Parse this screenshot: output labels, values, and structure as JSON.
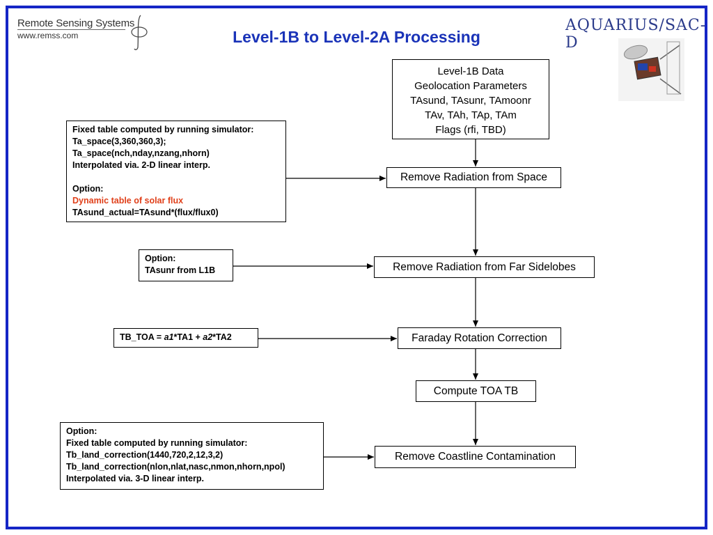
{
  "title": "Level-1B to Level-2A Processing",
  "logo_left": {
    "name": "Remote Sensing Systems",
    "url": "www.remss.com"
  },
  "logo_right": {
    "text": "AQUARIUS/SAC-D"
  },
  "input_box": {
    "lines": [
      "Level-1B Data",
      "Geolocation Parameters",
      "TAsund, TAsunr, TAmoonr",
      "TAv, TAh, TAp, TAm",
      "Flags (rfi, TBD)"
    ]
  },
  "steps": {
    "space": "Remove Radiation from Space",
    "sidelobes": "Remove Radiation from Far Sidelobes",
    "faraday": "Faraday Rotation Correction",
    "toa": "Compute TOA TB",
    "coast": "Remove Coastline Contamination"
  },
  "notes": {
    "space": {
      "l1": "Fixed table computed by running simulator:",
      "l2": "Ta_space(3,360,360,3);",
      "l3": "Ta_space(nch,nday,nzang,nhorn)",
      "l4": "Interpolated via. 2-D linear interp.",
      "l5": "Option:",
      "l6": "Dynamic table of solar flux",
      "l7": "TAsund_actual=TAsund*(flux/flux0)"
    },
    "sidelobes": {
      "l1": "Option:",
      "l2": "TAsunr from L1B"
    },
    "faraday": {
      "p1": "TB_TOA = ",
      "a1": "a1",
      "p2": "*TA1 + ",
      "a2": "a2",
      "p3": "*TA2"
    },
    "coast": {
      "l1": "Option:",
      "l2": "Fixed table computed by  running simulator:",
      "l3": "Tb_land_correction(1440,720,2,12,3,2)",
      "l4": "Tb_land_correction(nlon,nlat,nasc,nmon,nhorn,npol)",
      "l5": "Interpolated via. 3-D linear interp."
    }
  },
  "colors": {
    "frame": "#1526c6",
    "title": "#1a33b8",
    "highlight": "#e0401a"
  }
}
